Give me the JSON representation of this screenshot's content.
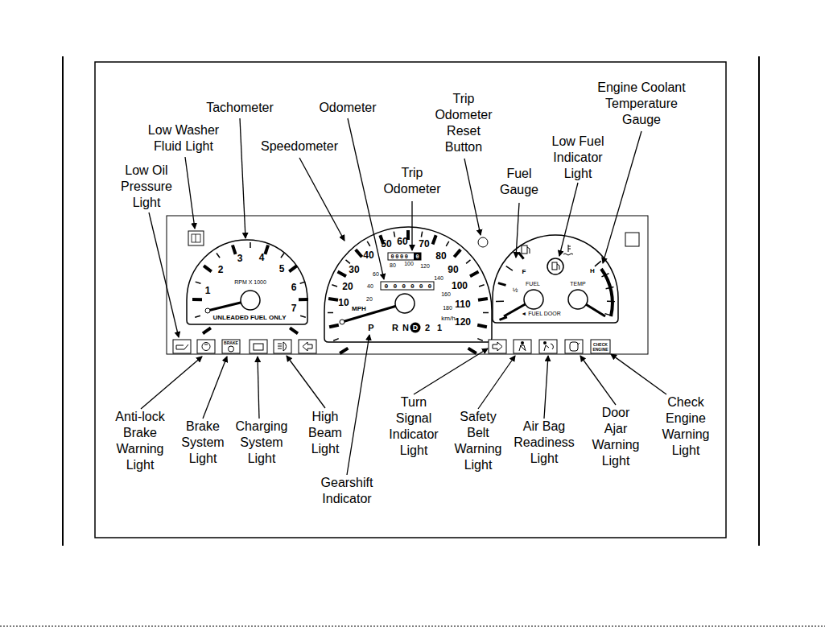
{
  "diagram": {
    "labels": [
      "Tachometer",
      "Odometer",
      "Trip Odometer Reset Button",
      "Engine Coolant Temperature Gauge",
      "Low Washer Fluid Light",
      "Speedometer",
      "Low Fuel Indicator Light",
      "Low Oil Pressure Light",
      "Trip Odometer",
      "Fuel Gauge",
      "Anti-lock Brake Warning Light",
      "Brake System Light",
      "Charging System Light",
      "High Beam Light",
      "Gearshift Indicator",
      "Turn Signal Indicator Light",
      "Safety Belt Warning Light",
      "Air Bag Readiness Light",
      "Door Ajar Warning Light",
      "Check Engine Warning Light",
      "1",
      "2",
      "3",
      "4",
      "5",
      "6",
      "7",
      "RPM X 1000",
      "UNLEADED FUEL ONLY",
      "10",
      "20",
      "30",
      "40",
      "50",
      "60",
      "70",
      "80",
      "90",
      "100",
      "110",
      "120",
      "20",
      "40",
      "60",
      "80",
      "100",
      "120",
      "140",
      "160",
      "180",
      "MPH",
      "km/h",
      "000000",
      "0000",
      "0",
      "P",
      "R",
      "N",
      "D",
      "2",
      "1",
      "F",
      "½",
      "FUEL",
      "TEMP",
      "H",
      "◄ FUEL DOOR",
      "BRAKE",
      "CHECK ENGINE"
    ]
  }
}
